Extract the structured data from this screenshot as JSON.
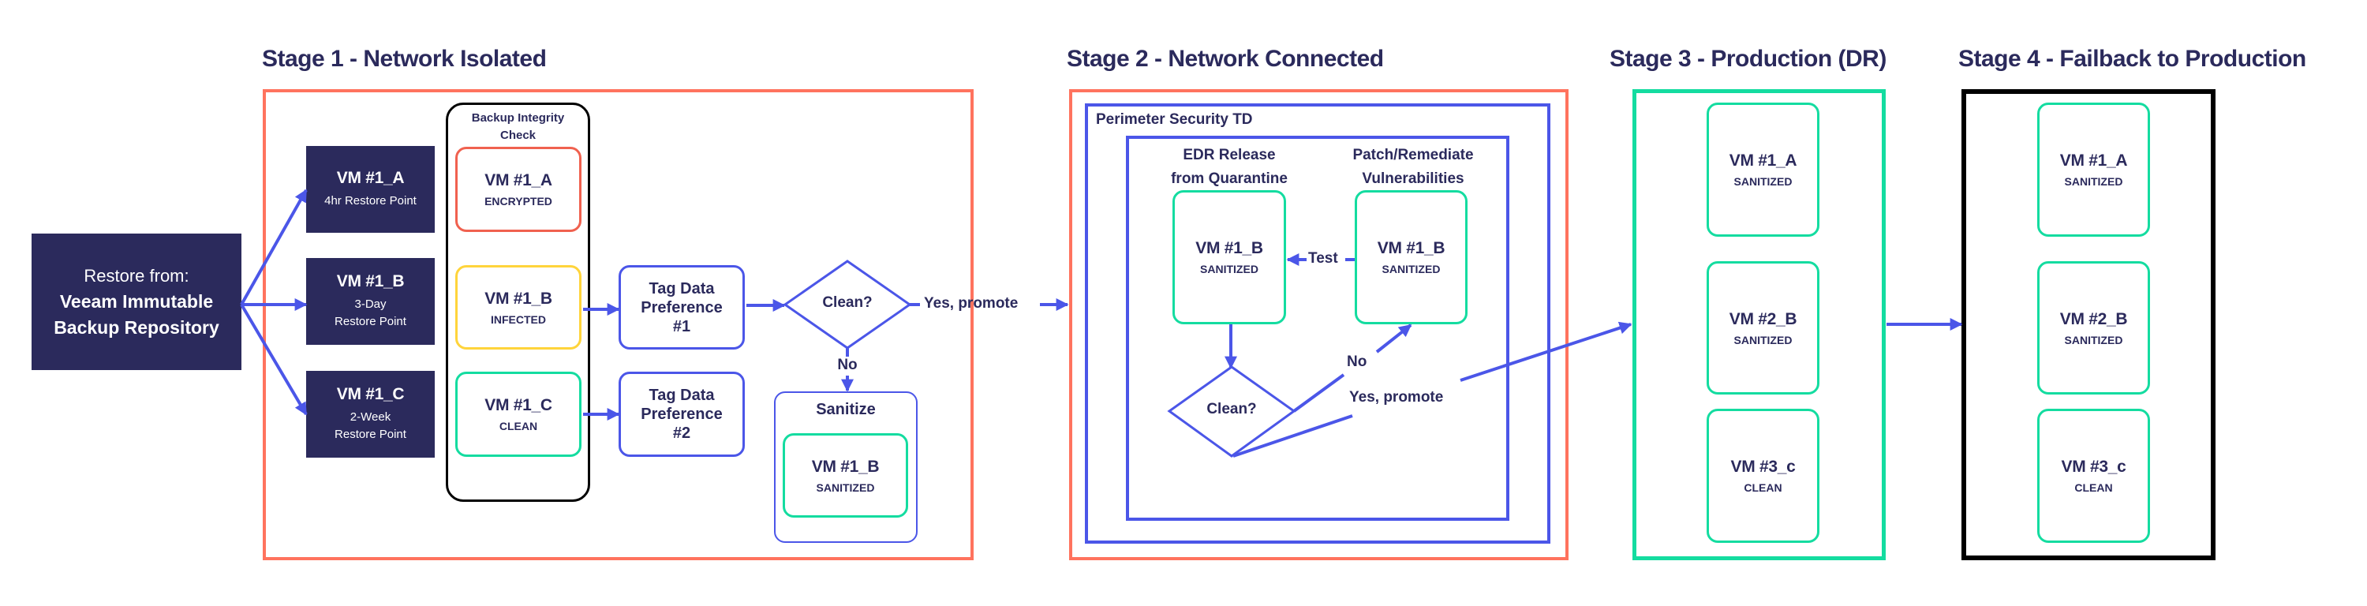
{
  "colors": {
    "navy": "#2b2a5c",
    "blue": "#4b56e8",
    "coral": "#ff735e",
    "green": "#14dca0",
    "yellow": "#ffd43b",
    "red": "#f0614f",
    "black": "#000000"
  },
  "stages": [
    {
      "title": "Stage 1 - Network Isolated"
    },
    {
      "title": "Stage 2 - Network Connected"
    },
    {
      "title": "Stage 3 - Production (DR)"
    },
    {
      "title": "Stage 4 - Failback to Production"
    }
  ],
  "restore": {
    "line1": "Restore from:",
    "line2": "Veeam Immutable",
    "line3": "Backup Repository"
  },
  "sources": [
    {
      "name": "VM #1_A",
      "sub": "4hr Restore Point"
    },
    {
      "name": "VM #1_B",
      "sub": "3-Day\nRestore Point"
    },
    {
      "name": "VM #1_C",
      "sub": "2-Week\nRestore Point"
    }
  ],
  "integrity": {
    "title": "Backup Integrity Check",
    "items": [
      {
        "name": "VM #1_A",
        "status": "ENCRYPTED"
      },
      {
        "name": "VM #1_B",
        "status": "INFECTED"
      },
      {
        "name": "VM #1_C",
        "status": "CLEAN"
      }
    ]
  },
  "tags": [
    "Tag Data\nPreference\n#1",
    "Tag Data\nPreference\n#2"
  ],
  "decision1": {
    "label": "Clean?",
    "yes": "Yes, promote",
    "no": "No"
  },
  "sanitize": {
    "title": "Sanitize",
    "vm": {
      "name": "VM #1_B",
      "status": "SANITIZED"
    }
  },
  "stage2": {
    "perimeter": "Perimeter Security TD",
    "edr_title": "EDR Release from Quarantine",
    "patch_title": "Patch/Remediate Vulnerabilities",
    "edr_vm": {
      "name": "VM #1_B",
      "status": "SANITIZED"
    },
    "patch_vm": {
      "name": "VM #1_B",
      "status": "SANITIZED"
    },
    "test": "Test",
    "decision": {
      "label": "Clean?",
      "no": "No",
      "yes": "Yes, promote"
    }
  },
  "stage3": {
    "vms": [
      {
        "name": "VM #1_A",
        "status": "SANITIZED"
      },
      {
        "name": "VM #2_B",
        "status": "SANITIZED"
      },
      {
        "name": "VM #3_c",
        "status": "CLEAN"
      }
    ]
  },
  "stage4": {
    "vms": [
      {
        "name": "VM #1_A",
        "status": "SANITIZED"
      },
      {
        "name": "VM #2_B",
        "status": "SANITIZED"
      },
      {
        "name": "VM #3_c",
        "status": "CLEAN"
      }
    ]
  }
}
